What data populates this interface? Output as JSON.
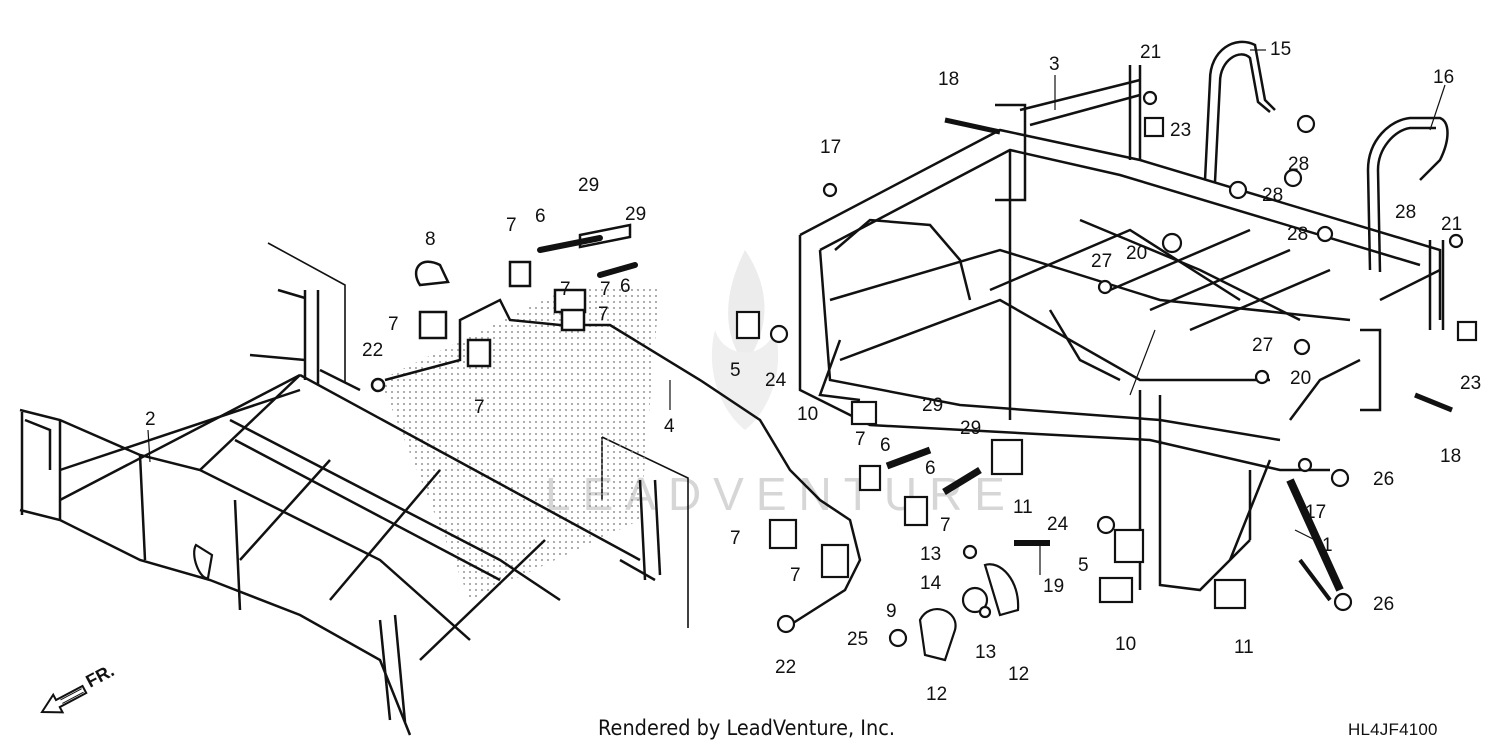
{
  "footer": {
    "credit": "Rendered by LeadVenture, Inc.",
    "drawing_code": "HL4JF4100"
  },
  "direction_label": "FR.",
  "watermark": "LEADVENTURE",
  "callouts": [
    "1",
    "2",
    "3",
    "4",
    "5",
    "5",
    "6",
    "6",
    "6",
    "6",
    "7",
    "7",
    "7",
    "7",
    "7",
    "7",
    "7",
    "7",
    "7",
    "7",
    "8",
    "9",
    "10",
    "10",
    "11",
    "11",
    "12",
    "12",
    "13",
    "13",
    "14",
    "15",
    "16",
    "17",
    "17",
    "18",
    "18",
    "19",
    "20",
    "20",
    "21",
    "21",
    "22",
    "22",
    "23",
    "23",
    "24",
    "24",
    "25",
    "26",
    "26",
    "27",
    "27",
    "28",
    "28",
    "28",
    "28",
    "29",
    "29",
    "29",
    "29"
  ]
}
